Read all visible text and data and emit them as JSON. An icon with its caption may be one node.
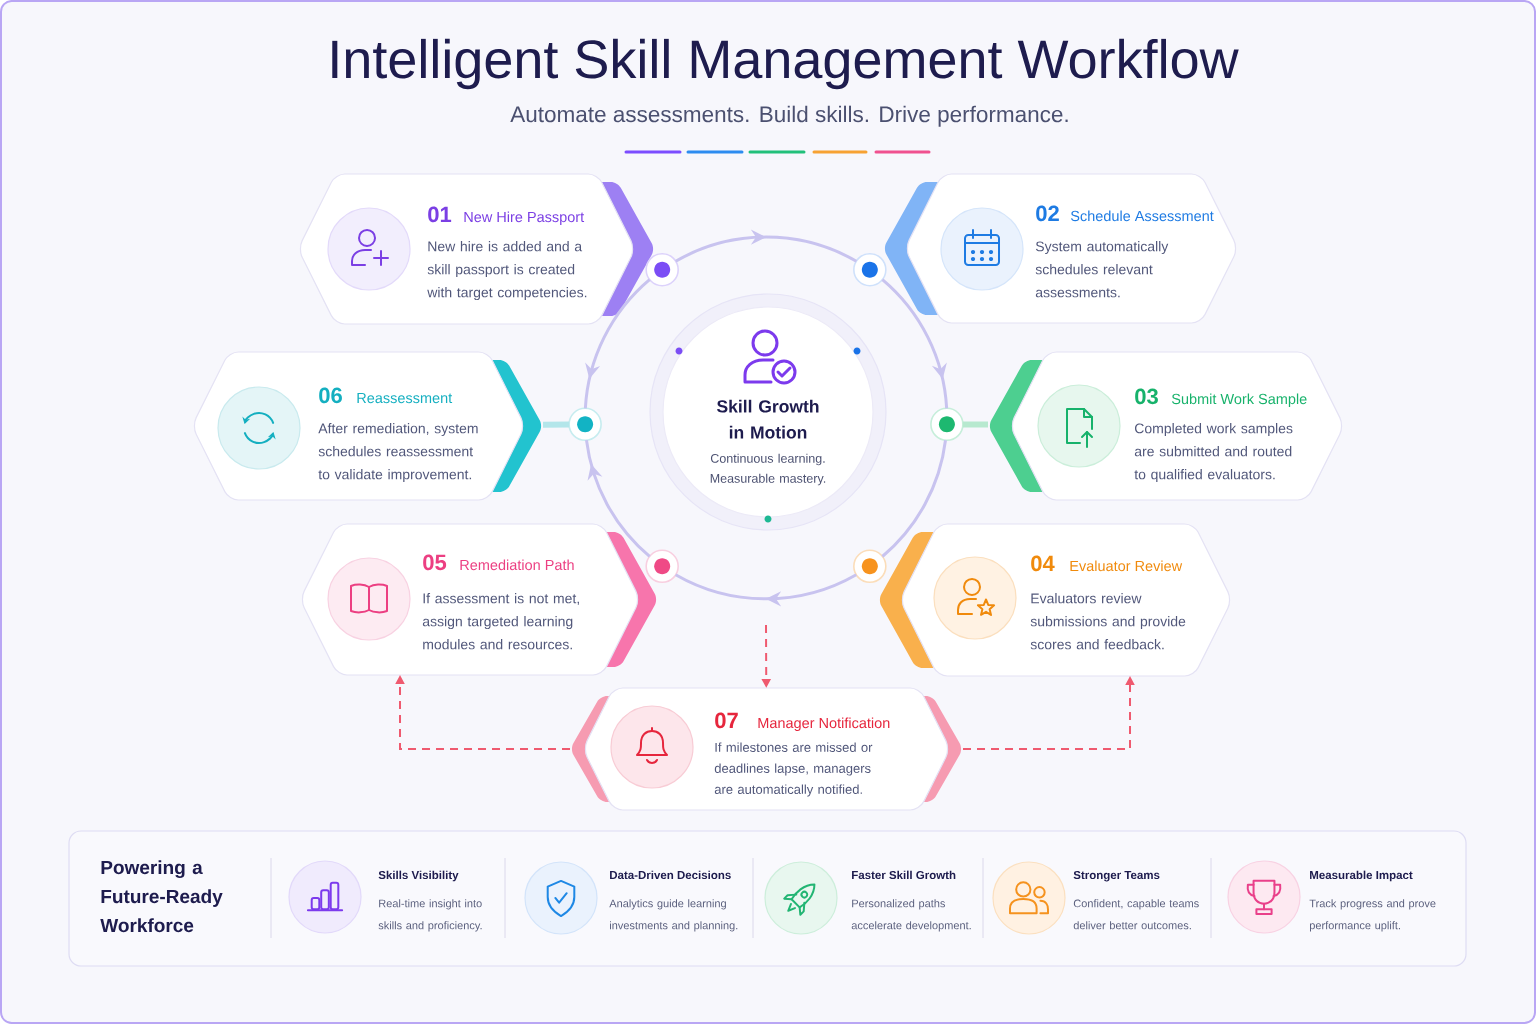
{
  "diagram": {
    "title": "Intelligent Skill Management Workflow",
    "nodes": [
      {
        "text": [
          "01",
          "New Hire Passport",
          "New hire is added and a skill passport is created with target competencies."
        ]
      },
      {
        "text": [],
        "shape": "circle"
      },
      {
        "text": [],
        "shape": "circle"
      },
      {
        "text": [
          "02",
          "Schedule Assessment",
          "System automatically schedules relevant assessments."
        ]
      },
      {
        "text": [
          "06",
          "Reassessment",
          "After remediation, system schedules reassessment to validate improvement."
        ]
      },
      {
        "text": [],
        "shape": "circle"
      },
      {
        "text": [
          "Skill Growth in Motion",
          "Continuous learning. Measurable mastery."
        ]
      },
      {
        "text": [],
        "shape": "circle"
      },
      {
        "text": [
          "03",
          "Submit Work Sample",
          "Completed work samples are submitted and routed to qualified evaluators."
        ]
      },
      {
        "text": [
          "05",
          "Remediation Path",
          "If assessment is not met, assign targeted learning modules and resources."
        ]
      },
      {
        "text": [],
        "shape": "circle"
      },
      {
        "text": [],
        "shape": "circle"
      },
      {
        "text": [
          "04",
          "Evaluator Review",
          "Evaluators review submissions and provide scores and feedback."
        ]
      },
      {
        "text": [
          "07",
          "Manager Notification",
          "If milestones are missed or deadlines lapse, managers are automatically notified."
        ]
      },
      {
        "text": [
          "Powering a Future-Ready Workforce"
        ]
      },
      {
        "text": [
          "Skills Visibility",
          "Real-time insight into skills and proficiency."
        ],
        "in": 14
      },
      {
        "text": [
          "Data-Driven Decisions",
          "Analytics guide learning investments and planning."
        ],
        "in": 14
      },
      {
        "text": [
          "Faster Skill Growth",
          "Personalized paths accelerate development."
        ],
        "in": 14
      },
      {
        "text": [
          "Stronger Teams",
          "Confident, capable teams deliver better outcomes."
        ],
        "in": 14
      },
      {
        "text": [
          "Measurable Impact",
          "Track progress and prove performance uplift."
        ],
        "in": 14
      }
    ],
    "edges": [
      {
        "from": 1,
        "to": 2,
        "arrow": "to"
      },
      {
        "from": 2,
        "to": 7,
        "arrow": "to"
      },
      {
        "from": 7,
        "to": 11,
        "arrow": "none"
      },
      {
        "from": 11,
        "to": 10,
        "arrow": "to"
      },
      {
        "from": 10,
        "to": 5,
        "arrow": "to"
      },
      {
        "from": 1,
        "to": 5,
        "arrow": "to"
      },
      {
        "from": 5,
        "to": 4,
        "arrow": "none",
        "style": "thick",
        "color": "#b3e6ea"
      },
      {
        "from": 7,
        "to": 8,
        "arrow": "none",
        "style": "thick",
        "color": "#b7e9cf"
      },
      {
        "from": null,
        "to": 13,
        "arrow": "to",
        "style": "dashed",
        "color": "#ef5a6f"
      },
      {
        "from": 13,
        "to": 9,
        "arrow": "to",
        "style": "dashed",
        "color": "#ef5a6f"
      },
      {
        "from": 13,
        "to": 12,
        "arrow": "to",
        "style": "dashed",
        "color": "#ef5a6f"
      }
    ],
    "labels": [
      "Automate assessments. Build skills. Drive performance."
    ]
  }
}
